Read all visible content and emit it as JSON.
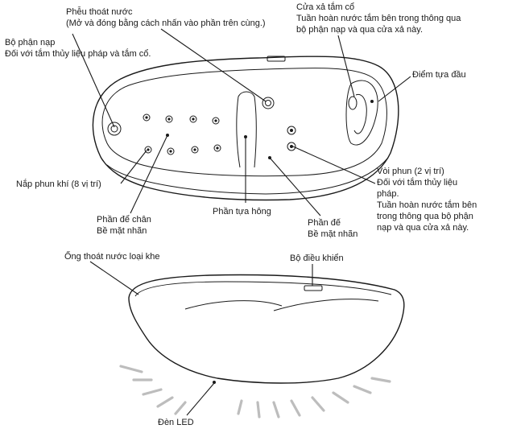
{
  "labels": {
    "overflow": [
      "Phễu thoát nước",
      "(Mở và đóng bằng cách nhấn vào phần trên cùng.)"
    ],
    "neck_outlet": [
      "Cửa xả tắm cổ",
      "Tuần hoàn nước tắm bên trong thông qua",
      "bộ phận nạp và qua cửa xả này."
    ],
    "intake": [
      "Bộ phận nạp",
      "Đối với tắm thủy liệu pháp và tắm cổ."
    ],
    "headrest": [
      "Điểm tựa đầu"
    ],
    "air_jets": [
      "Nắp phun khí (8 vị trí)"
    ],
    "nozzles": [
      "Vòi phun (2 vị trí)",
      "Đối với tắm thủy liệu",
      "pháp.",
      "Tuần hoàn nước tắm bên",
      "trong thông qua bộ phận",
      "nạp và qua cửa xả này."
    ],
    "foot_rest": [
      "Phần để chân",
      "Bề mặt nhãn"
    ],
    "hip_rest": [
      "Phần tựa hông"
    ],
    "seat": [
      "Phần đế",
      "Bề mặt nhãn"
    ],
    "slot_drain": [
      "Ống thoát nước loại khe"
    ],
    "controller": [
      "Bộ điều khiển"
    ],
    "led": [
      "Đèn LED"
    ]
  }
}
